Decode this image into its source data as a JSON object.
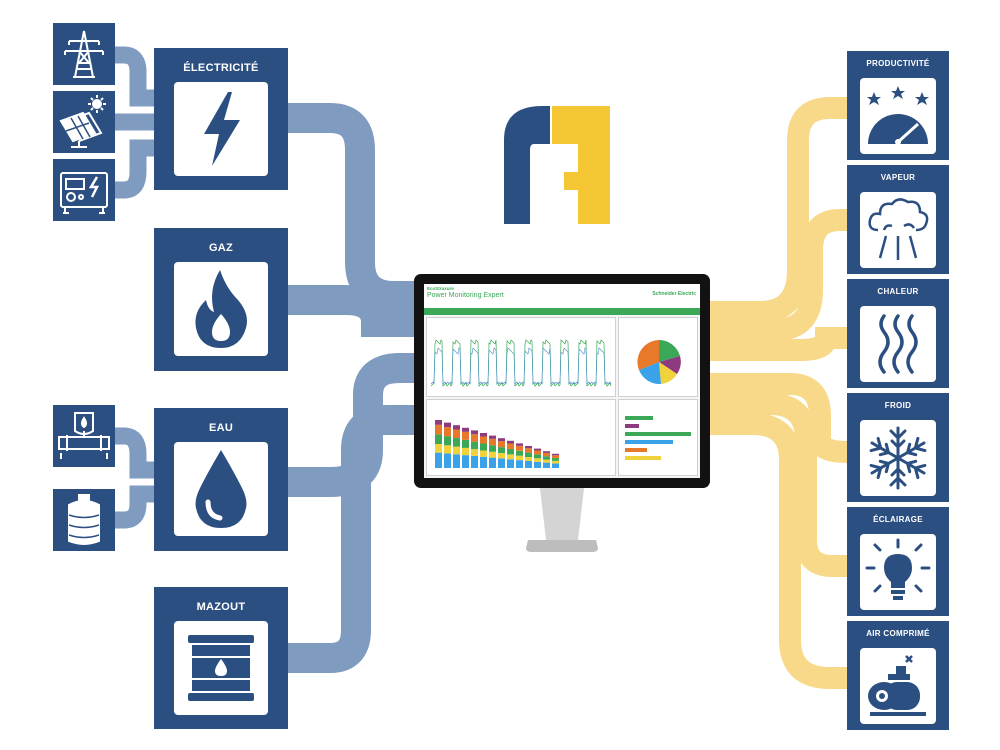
{
  "colors": {
    "box": "#2c4f82",
    "input_flow": "#7f9bbf",
    "output_flow": "#f8d98a",
    "logo_blue": "#2c4f82",
    "logo_yellow": "#f5c633",
    "app_green": "#3aa856"
  },
  "inputs": [
    {
      "label": "ÉLECTRICITÉ",
      "icon": "lightning-icon"
    },
    {
      "label": "GAZ",
      "icon": "flame-icon"
    },
    {
      "label": "EAU",
      "icon": "water-drop-icon"
    },
    {
      "label": "MAZOUT",
      "icon": "oil-barrel-icon"
    }
  ],
  "sources": [
    {
      "icon": "power-pylon-icon"
    },
    {
      "icon": "solar-panel-icon"
    },
    {
      "icon": "generator-icon"
    },
    {
      "icon": "water-pump-icon"
    },
    {
      "icon": "water-tank-icon"
    }
  ],
  "outputs": [
    {
      "label": "PRODUCTIVITÉ",
      "icon": "gauge-stars-icon"
    },
    {
      "label": "VAPEUR",
      "icon": "steam-icon"
    },
    {
      "label": "CHALEUR",
      "icon": "heat-waves-icon"
    },
    {
      "label": "FROID",
      "icon": "snowflake-icon"
    },
    {
      "label": "ÉCLAIRAGE",
      "icon": "light-bulb-icon"
    },
    {
      "label": "AIR COMPRIMÉ",
      "icon": "air-compressor-icon"
    }
  ],
  "monitor": {
    "brand": "EcoStruxure",
    "app_title": "Power Monitoring Expert",
    "vendor": "Schneider Electric"
  }
}
